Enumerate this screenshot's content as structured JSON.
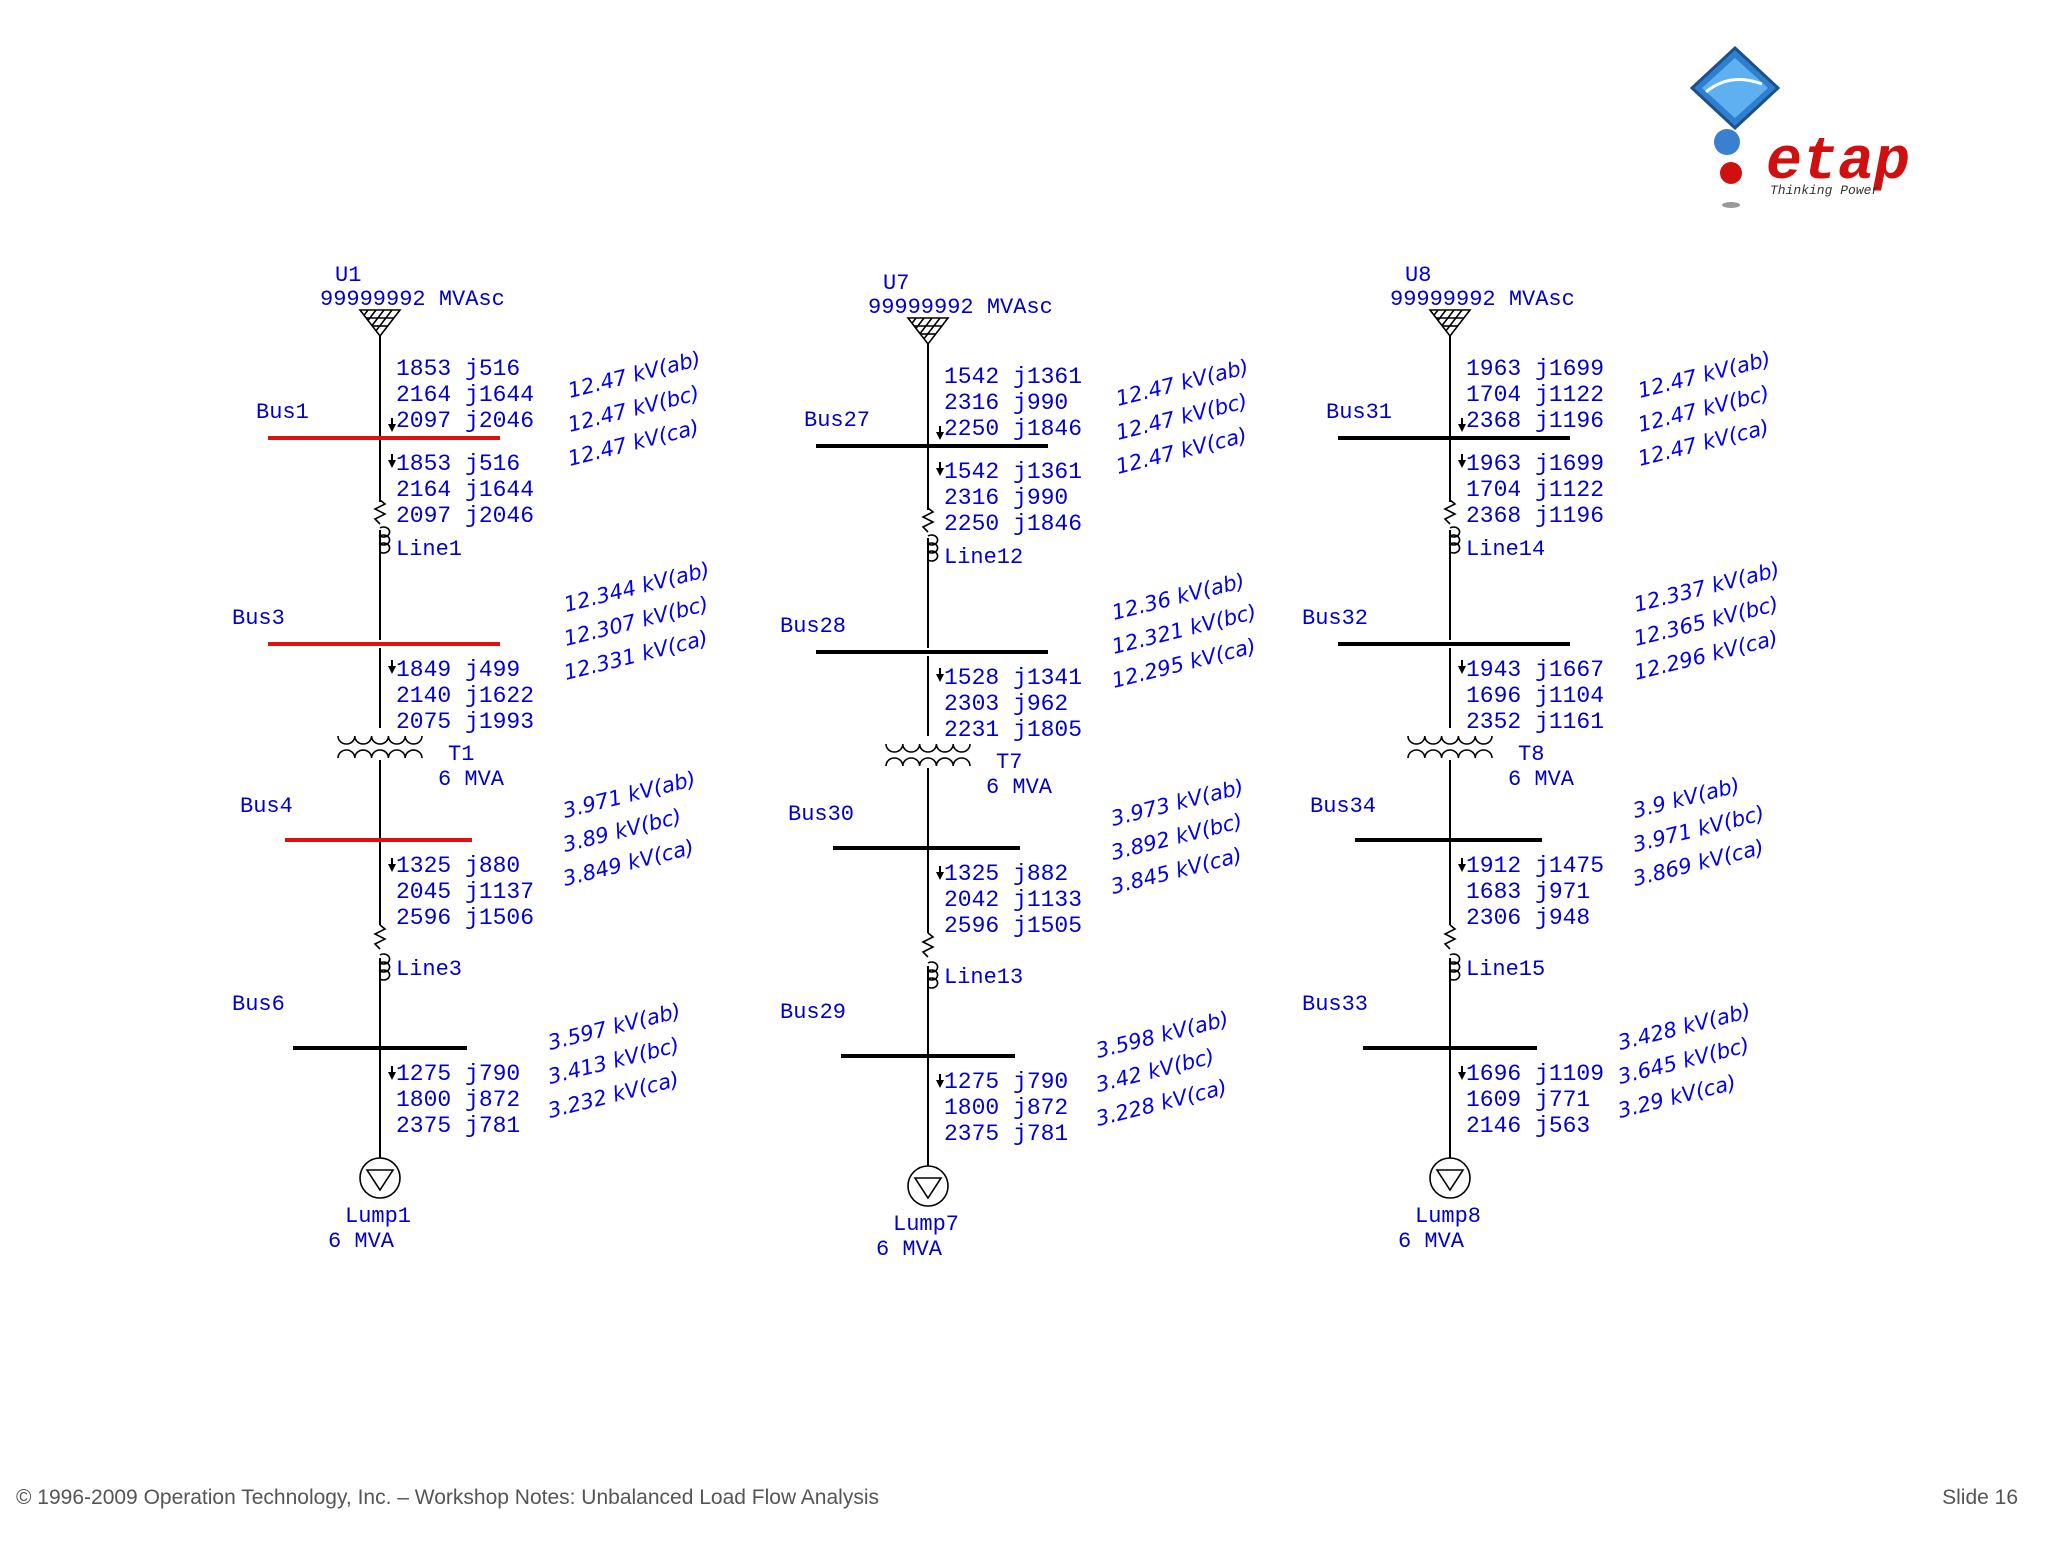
{
  "footer": {
    "copyright": "© 1996-2009 Operation Technology, Inc. – Workshop Notes: Unbalanced Load Flow Analysis",
    "slide": "Slide 16"
  },
  "logo": {
    "brand": "etap",
    "tagline": "Thinking Power"
  },
  "colors": {
    "flow_text": "#0000cc",
    "kv_text": "#0000ee",
    "highlighted_bus": "#e01010",
    "bus": "#000000"
  },
  "diagrams": [
    {
      "utility": {
        "name": "U1",
        "rating": "99999992 MVAsc"
      },
      "bus_a": {
        "name": "Bus1",
        "highlighted": true
      },
      "flow_in": [
        "1853 j516",
        "2164 j1644",
        "2097 j2046"
      ],
      "kv_a": [
        "12.47 kV(ab)",
        "12.47 kV(bc)",
        "12.47 kV(ca)"
      ],
      "flow_out_a": [
        "1853 j516",
        "2164 j1644",
        "2097 j2046"
      ],
      "line1": "Line1",
      "bus_b": {
        "name": "Bus3",
        "highlighted": true
      },
      "kv_b": [
        "12.344 kV(ab)",
        "12.307 kV(bc)",
        "12.331 kV(ca)"
      ],
      "flow_b": [
        "1849 j499",
        "2140 j1622",
        "2075 j1993"
      ],
      "transformer": {
        "name": "T1",
        "rating": "6 MVA"
      },
      "bus_c": {
        "name": "Bus4",
        "highlighted": true
      },
      "kv_c": [
        "3.971 kV(ab)",
        "3.89 kV(bc)",
        "3.849 kV(ca)"
      ],
      "flow_c": [
        "1325 j880",
        "2045 j1137",
        "2596 j1506"
      ],
      "line2": "Line3",
      "bus_d": {
        "name": "Bus6",
        "highlighted": false
      },
      "kv_d": [
        "3.597 kV(ab)",
        "3.413 kV(bc)",
        "3.232 kV(ca)"
      ],
      "flow_d": [
        "1275 j790",
        "1800 j872",
        "2375 j781"
      ],
      "load": {
        "name": "Lump1",
        "rating": "6 MVA"
      }
    },
    {
      "utility": {
        "name": "U7",
        "rating": "99999992 MVAsc"
      },
      "bus_a": {
        "name": "Bus27",
        "highlighted": false
      },
      "flow_in": [
        "1542 j1361",
        "2316 j990",
        "2250 j1846"
      ],
      "kv_a": [
        "12.47 kV(ab)",
        "12.47 kV(bc)",
        "12.47 kV(ca)"
      ],
      "flow_out_a": [
        "1542 j1361",
        "2316 j990",
        "2250 j1846"
      ],
      "line1": "Line12",
      "bus_b": {
        "name": "Bus28",
        "highlighted": false
      },
      "kv_b": [
        "12.36 kV(ab)",
        "12.321 kV(bc)",
        "12.295 kV(ca)"
      ],
      "flow_b": [
        "1528 j1341",
        "2303 j962",
        "2231 j1805"
      ],
      "transformer": {
        "name": "T7",
        "rating": "6 MVA"
      },
      "bus_c": {
        "name": "Bus30",
        "highlighted": false
      },
      "kv_c": [
        "3.973 kV(ab)",
        "3.892 kV(bc)",
        "3.845 kV(ca)"
      ],
      "flow_c": [
        "1325 j882",
        "2042 j1133",
        "2596 j1505"
      ],
      "line2": "Line13",
      "bus_d": {
        "name": "Bus29",
        "highlighted": false
      },
      "kv_d": [
        "3.598 kV(ab)",
        "3.42 kV(bc)",
        "3.228 kV(ca)"
      ],
      "flow_d": [
        "1275 j790",
        "1800 j872",
        "2375 j781"
      ],
      "load": {
        "name": "Lump7",
        "rating": "6 MVA"
      }
    },
    {
      "utility": {
        "name": "U8",
        "rating": "99999992 MVAsc"
      },
      "bus_a": {
        "name": "Bus31",
        "highlighted": false
      },
      "flow_in": [
        "1963 j1699",
        "1704 j1122",
        "2368 j1196"
      ],
      "kv_a": [
        "12.47 kV(ab)",
        "12.47 kV(bc)",
        "12.47 kV(ca)"
      ],
      "flow_out_a": [
        "1963 j1699",
        "1704 j1122",
        "2368 j1196"
      ],
      "line1": "Line14",
      "bus_b": {
        "name": "Bus32",
        "highlighted": false
      },
      "kv_b": [
        "12.337 kV(ab)",
        "12.365 kV(bc)",
        "12.296 kV(ca)"
      ],
      "flow_b": [
        "1943 j1667",
        "1696 j1104",
        "2352 j1161"
      ],
      "transformer": {
        "name": "T8",
        "rating": "6 MVA"
      },
      "bus_c": {
        "name": "Bus34",
        "highlighted": false
      },
      "kv_c": [
        "3.9 kV(ab)",
        "3.971 kV(bc)",
        "3.869 kV(ca)"
      ],
      "flow_c": [
        "1912 j1475",
        "1683 j971",
        "2306 j948"
      ],
      "line2": "Line15",
      "bus_d": {
        "name": "Bus33",
        "highlighted": false
      },
      "kv_d": [
        "3.428 kV(ab)",
        "3.645 kV(bc)",
        "3.29 kV(ca)"
      ],
      "flow_d": [
        "1696 j1109",
        "1609 j771",
        "2146 j563"
      ],
      "load": {
        "name": "Lump8",
        "rating": "6 MVA"
      }
    }
  ]
}
